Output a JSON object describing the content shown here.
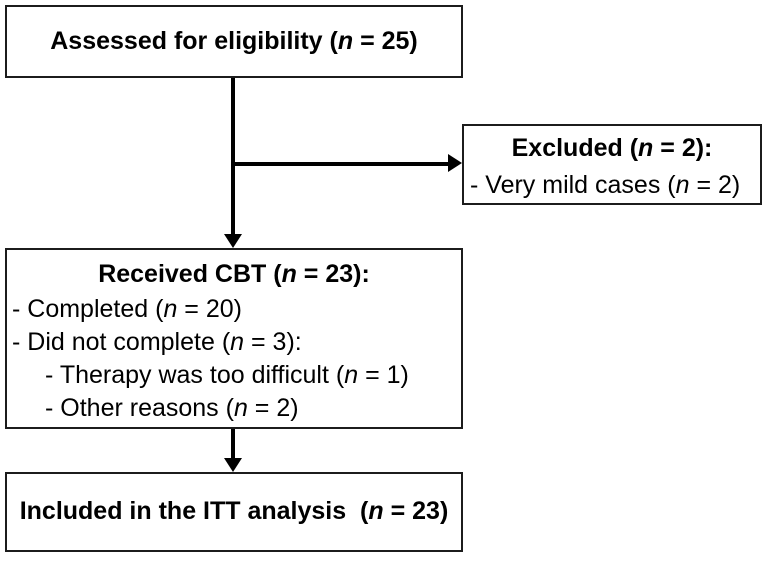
{
  "flowchart": {
    "boxes": {
      "assessed": {
        "label": "Assessed for eligibility (n = 25)"
      },
      "excluded": {
        "title": "Excluded (n = 2):",
        "reasons": [
          {
            "text": "- Very mild cases (n = 2)"
          }
        ]
      },
      "received": {
        "title": "Received CBT (n = 23):",
        "details": [
          {
            "text": "- Completed (n = 20)",
            "level": 1
          },
          {
            "text": "- Did not complete (n = 3):",
            "level": 1
          },
          {
            "text": "- Therapy was too difficult (n = 1)",
            "level": 2
          },
          {
            "text": "- Other reasons (n = 2)",
            "level": 2
          }
        ]
      },
      "itt": {
        "label": "Included in the ITT analysis  (n = 23)"
      }
    },
    "counts": {
      "assessed_for_eligibility": 25,
      "excluded": 2,
      "very_mild_cases": 2,
      "received_cbt": 23,
      "completed": 20,
      "did_not_complete": 3,
      "therapy_too_difficult": 1,
      "other_reasons": 2,
      "included_in_itt": 23
    },
    "colors": {
      "background": "#ffffff",
      "border": "#1c1c1c",
      "text": "#000000",
      "arrow": "#000000"
    }
  }
}
